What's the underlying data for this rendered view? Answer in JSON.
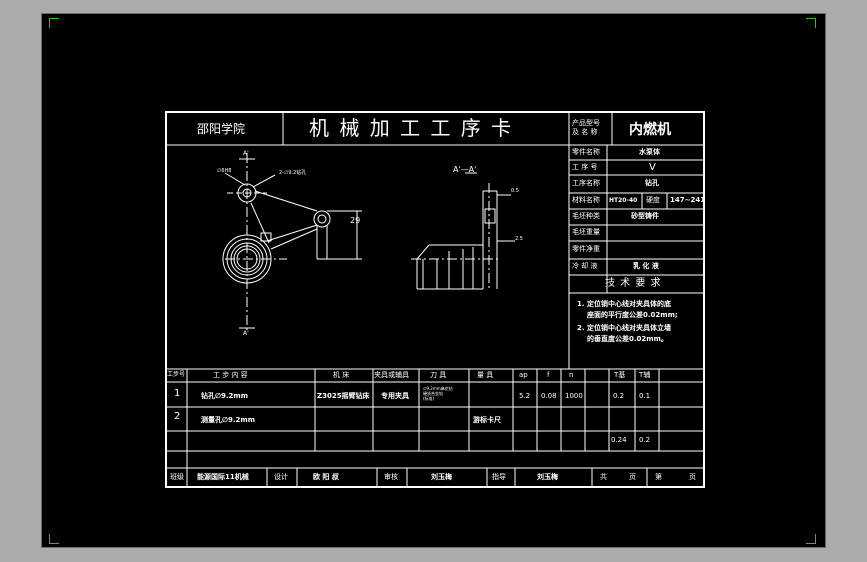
{
  "header": {
    "school": "邵阳学院",
    "title": "机 械 加 工 工 序 卡",
    "product_model_label": "产品型号\n及 名 称",
    "product_name": "内燃机"
  },
  "info": {
    "part_name_label": "零件名称",
    "part_name": "水泵体",
    "process_no_label": "工 序 号",
    "process_no": "V",
    "process_name_label": "工序名称",
    "process_name": "钻孔",
    "material_label": "材料名称",
    "material": "HT20-40",
    "hardness_label": "硬度",
    "hardness": "147~241",
    "blank_type_label": "毛坯种类",
    "blank_type": "砂型铸件",
    "blank_weight_label": "毛坯重量",
    "part_weight_label": "零件净重",
    "coolant_label": "冷 却 液",
    "coolant": "乳 化 液",
    "tech_req_title": "技 术 要 求",
    "tech_req_1a": "1. 定位销中心线对夹具体的底",
    "tech_req_1b": "座面的平行度公差0.02mm;",
    "tech_req_2a": "2. 定位销中心线对夹具体立墙",
    "tech_req_2b": "的垂直度公差0.02mm。"
  },
  "drawing": {
    "section_label": "A'—A'",
    "dim_29": "29",
    "note_hole": "2-∅9.2钻孔",
    "note_bore": "∅6H8",
    "label_a_top": "A'",
    "label_a_bottom": "A'",
    "dim_small_1": "0.5",
    "dim_small_2": "2.5"
  },
  "table": {
    "headers": [
      "工步号",
      "工 步 内 容",
      "机 床",
      "夹具或辅具",
      "刀 具",
      "量 具",
      "ap",
      "f",
      "n",
      "T基",
      "T辅"
    ],
    "rows": [
      {
        "no": "1",
        "content": "钻孔∅9.2mm",
        "machine": "Z3025摇臂钻床",
        "fixture": "专用夹具",
        "tool": "∅9.2mm麻花钻\n硬质合金钻\n(标准)",
        "gauge": "",
        "ap": "5.2",
        "f": "0.08",
        "n": "1000",
        "tj": "0.2",
        "tf": "0.1"
      },
      {
        "no": "2",
        "content": "测量孔∅9.2mm",
        "machine": "",
        "fixture": "",
        "tool": "",
        "gauge": "游标卡尺",
        "ap": "",
        "f": "",
        "n": "",
        "tj": "",
        "tf": ""
      }
    ],
    "total_tj": "0.24",
    "total_tf": "0.2"
  },
  "footer": {
    "class_label": "班级",
    "class_value": "能源国际11机械",
    "design_label": "设计",
    "designer": "欧 阳 叔",
    "review_label": "审核",
    "reviewer": "刘玉梅",
    "guide_label": "指导",
    "guide": "刘玉梅",
    "total_label": "共",
    "page_label": "页",
    "sheet_label": "第",
    "sheet_page_label": "页"
  }
}
